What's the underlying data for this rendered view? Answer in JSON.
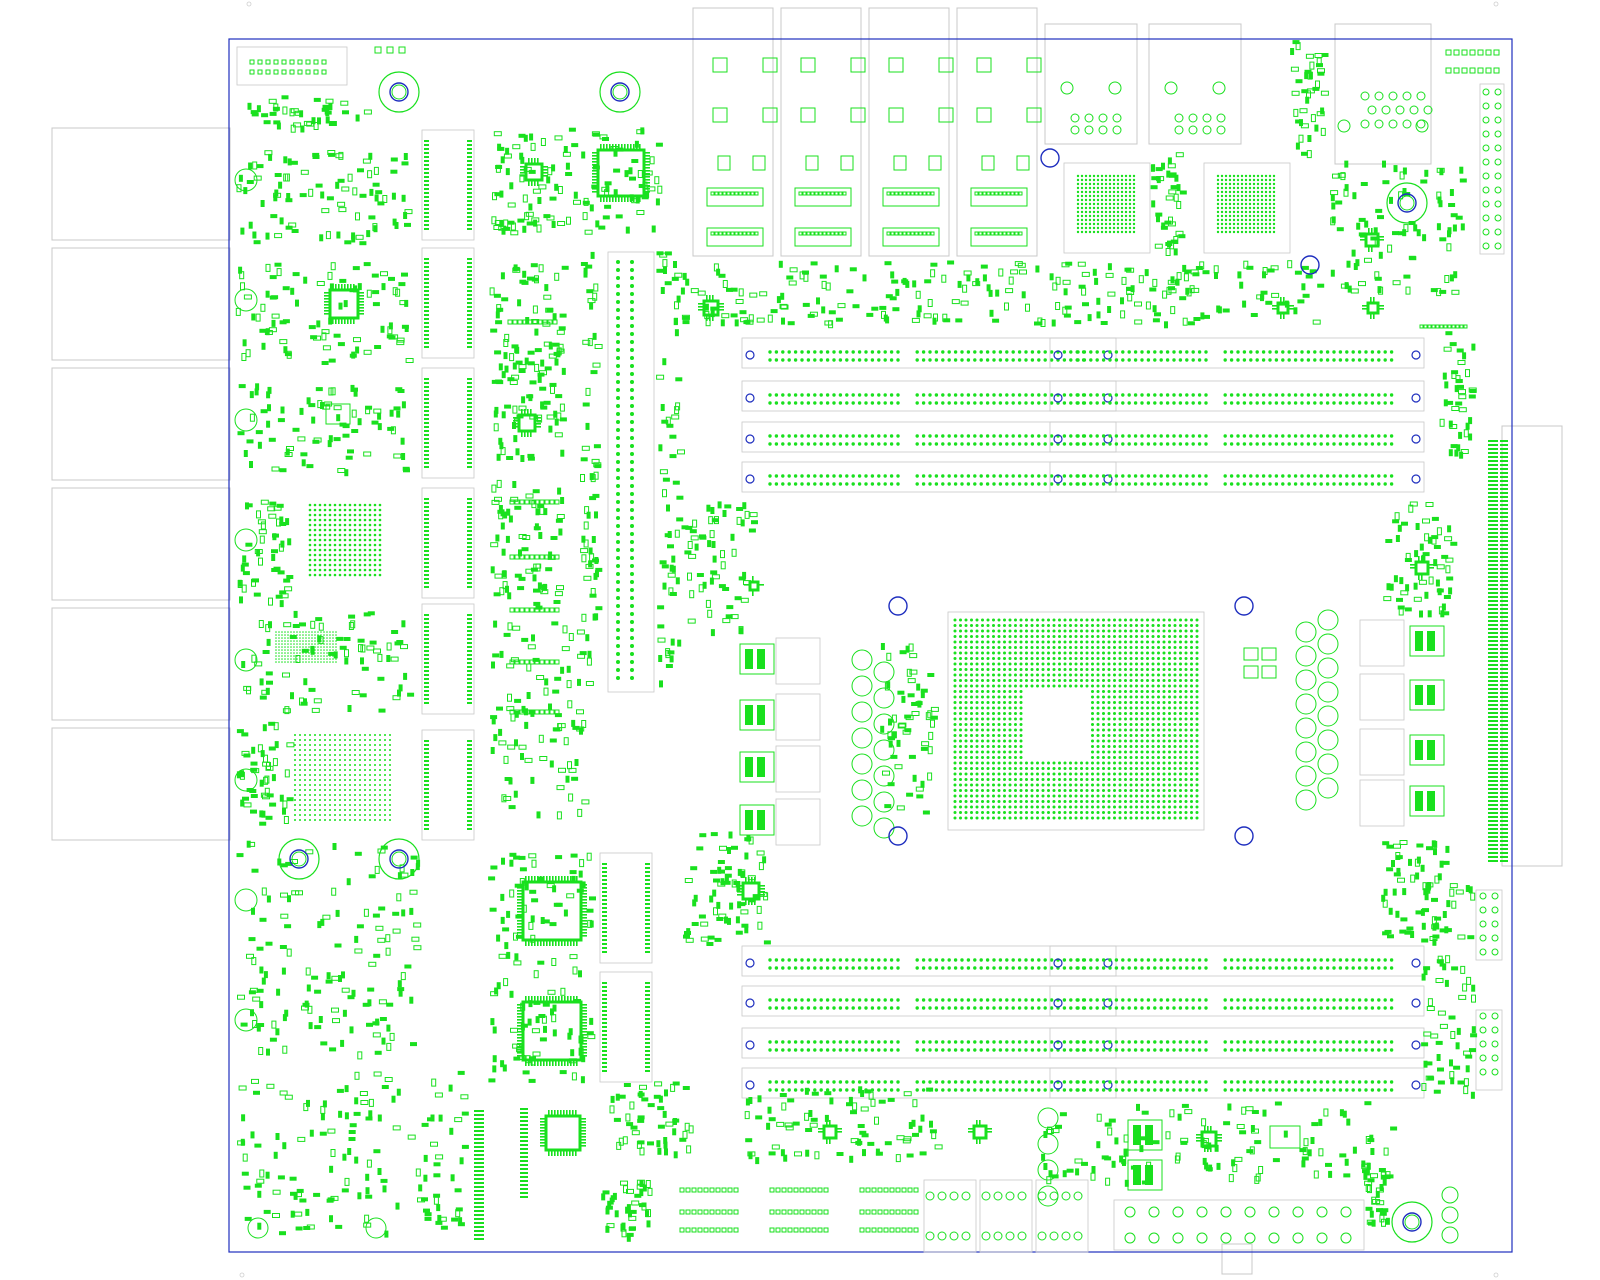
{
  "figure": {
    "kind": "pcb-layout",
    "board_outline_color": "#1f2fbf",
    "copper_color": "#19e01e",
    "silkscreen_color": "#c8c8c8",
    "mount_hole_color": "#1f2fbf",
    "text_labels": []
  },
  "components": {
    "cpu_socket": "bga-socket",
    "dimm_slots": 4,
    "ethernet_ports": 4,
    "usb_stack": 2,
    "vga_connector": 1,
    "mounting_holes": 9,
    "pcie_slots": 6
  }
}
